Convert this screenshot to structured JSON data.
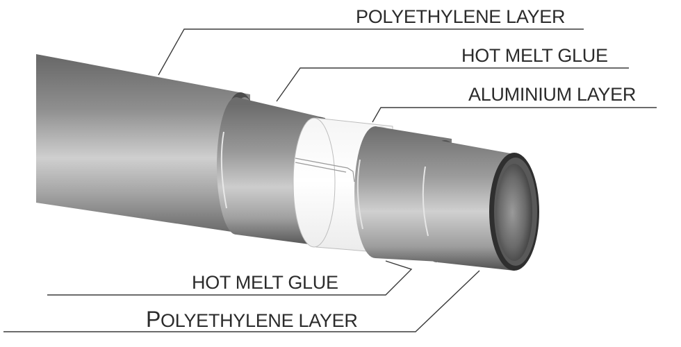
{
  "labels": {
    "outer_pe": "POLYETHYLENE LAYER",
    "outer_glue": "HOT MELT GLUE",
    "aluminium": "ALUMINIUM LAYER",
    "inner_glue": "HOT MELT GLUE",
    "inner_pe_initial": "P",
    "inner_pe_rest": "OLYETHYLENE LAYER"
  },
  "colors": {
    "pipe_dark": "#4f4f4f",
    "pipe_mid": "#8c8c8c",
    "pipe_light": "#d2d2d2",
    "aluminium": "#ffffff",
    "leader_line": "#3a3a3a",
    "text": "#2b2b2b"
  }
}
